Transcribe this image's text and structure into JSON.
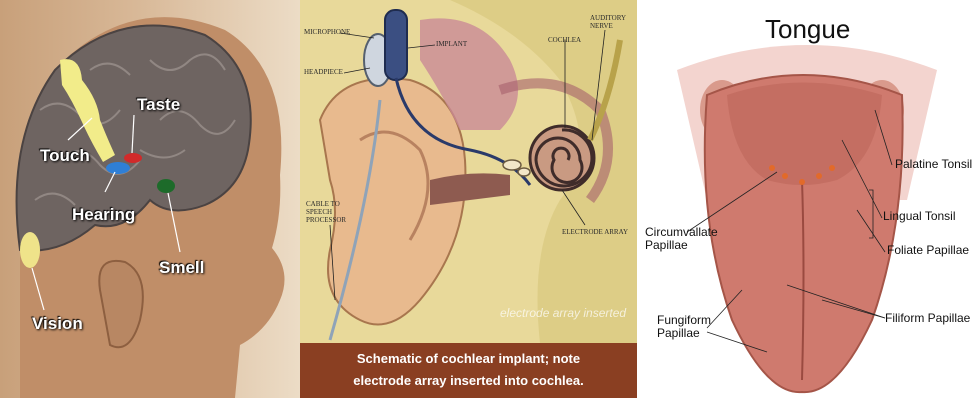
{
  "brain_panel": {
    "labels": {
      "touch": "Touch",
      "taste": "Taste",
      "hearing": "Hearing",
      "smell": "Smell",
      "vision": "Vision"
    }
  },
  "ear_panel": {
    "labels": {
      "microphone": "MICROPHONE",
      "headpiece": "HEADPIECE",
      "implant": "IMPLANT",
      "cochlea": "COCHLEA",
      "auditory_nerve": "AUDITORY NERVE",
      "cable": "CABLE TO SPEECH PROCESSOR",
      "electrode_array": "ELECTRODE ARRAY"
    },
    "watermark": "electrode array inserted",
    "caption_line1": "Schematic of cochlear implant; note",
    "caption_line2": "electrode array inserted into cochlea."
  },
  "tongue_panel": {
    "title": "Tongue",
    "labels": {
      "palatine_tonsil": "Palatine Tonsil",
      "lingual_tonsil": "Lingual Tonsil",
      "circumvallate": "Circumvallate Papillae",
      "foliate": "Foliate Papillae",
      "fungiform": "Fungiform Papillae",
      "filiform": "Filiform Papillae"
    }
  }
}
